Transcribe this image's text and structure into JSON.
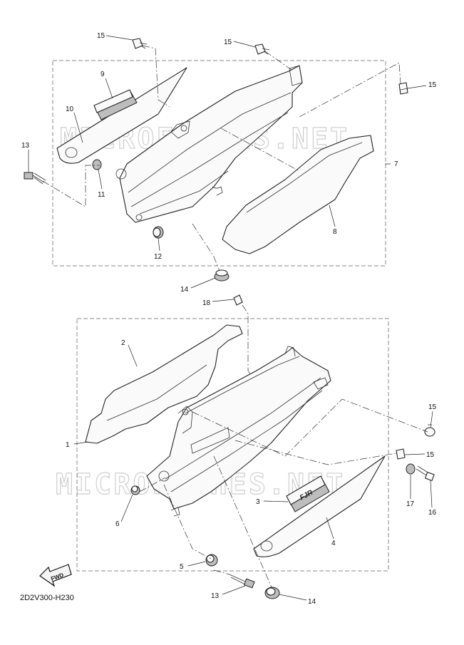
{
  "diagram": {
    "watermark": "MICROFICHES.NET",
    "drawing_code": "2D2V300-H230",
    "fwd_label": "FWD",
    "emblem_text": "FJR",
    "callouts": {
      "c15a": "15",
      "c15b": "15",
      "c15c": "15",
      "c9": "9",
      "c10": "10",
      "c13a": "13",
      "c7": "7",
      "c11": "11",
      "c8": "8",
      "c12": "12",
      "c14a": "14",
      "c18": "18",
      "c2": "2",
      "c1": "1",
      "c15d": "15",
      "c15e": "15",
      "c17": "17",
      "c16": "16",
      "c3": "3",
      "c6": "6",
      "c4": "4",
      "c5": "5",
      "c13b": "13",
      "c14b": "14"
    }
  }
}
